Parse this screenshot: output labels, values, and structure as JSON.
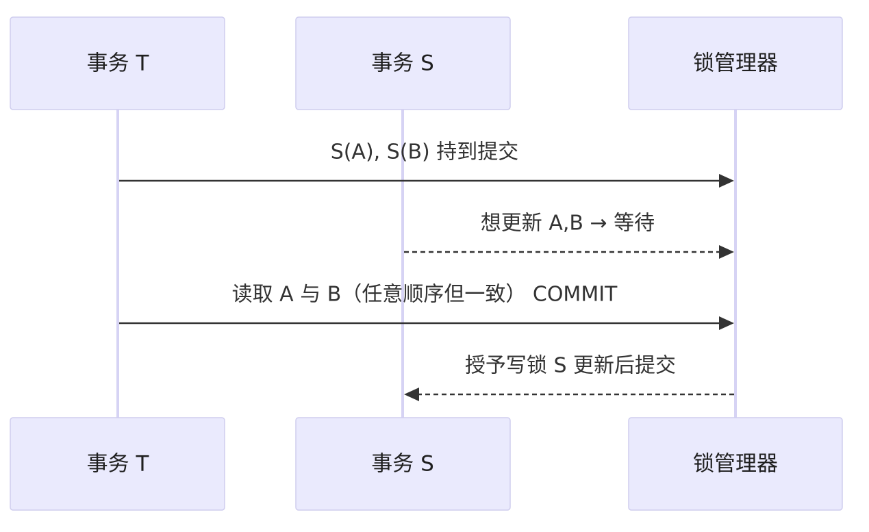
{
  "participants": [
    {
      "id": "T",
      "label": "事务 T"
    },
    {
      "id": "S",
      "label": "事务 S"
    },
    {
      "id": "LM",
      "label": "锁管理器"
    }
  ],
  "messages": [
    {
      "from": "T",
      "to": "LM",
      "label": "S(A), S(B) 持到提交",
      "style": "solid"
    },
    {
      "from": "S",
      "to": "LM",
      "label": "想更新 A,B → 等待",
      "style": "dashed"
    },
    {
      "from": "T",
      "to": "LM",
      "label": "读取 A 与 B（任意顺序但一致） COMMIT",
      "style": "solid"
    },
    {
      "from": "LM",
      "to": "S",
      "label": "授予写锁 S 更新后提交",
      "style": "dashed"
    }
  ]
}
